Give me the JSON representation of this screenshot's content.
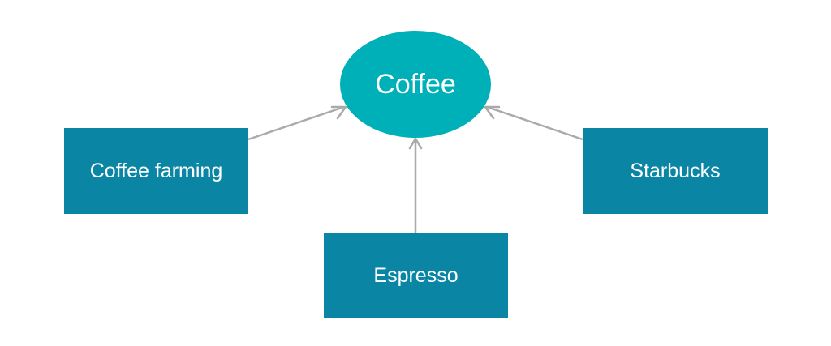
{
  "diagram": {
    "center": {
      "label": "Coffee",
      "color": "#00b0b8"
    },
    "nodes": [
      {
        "id": "coffee-farming",
        "label": "Coffee farming"
      },
      {
        "id": "espresso",
        "label": "Espresso"
      },
      {
        "id": "starbucks",
        "label": "Starbucks"
      }
    ],
    "node_color": "#0a86a4",
    "edge_color": "#aaaaaa",
    "edges": [
      {
        "from": "coffee-farming",
        "to": "center"
      },
      {
        "from": "espresso",
        "to": "center"
      },
      {
        "from": "starbucks",
        "to": "center"
      }
    ]
  }
}
